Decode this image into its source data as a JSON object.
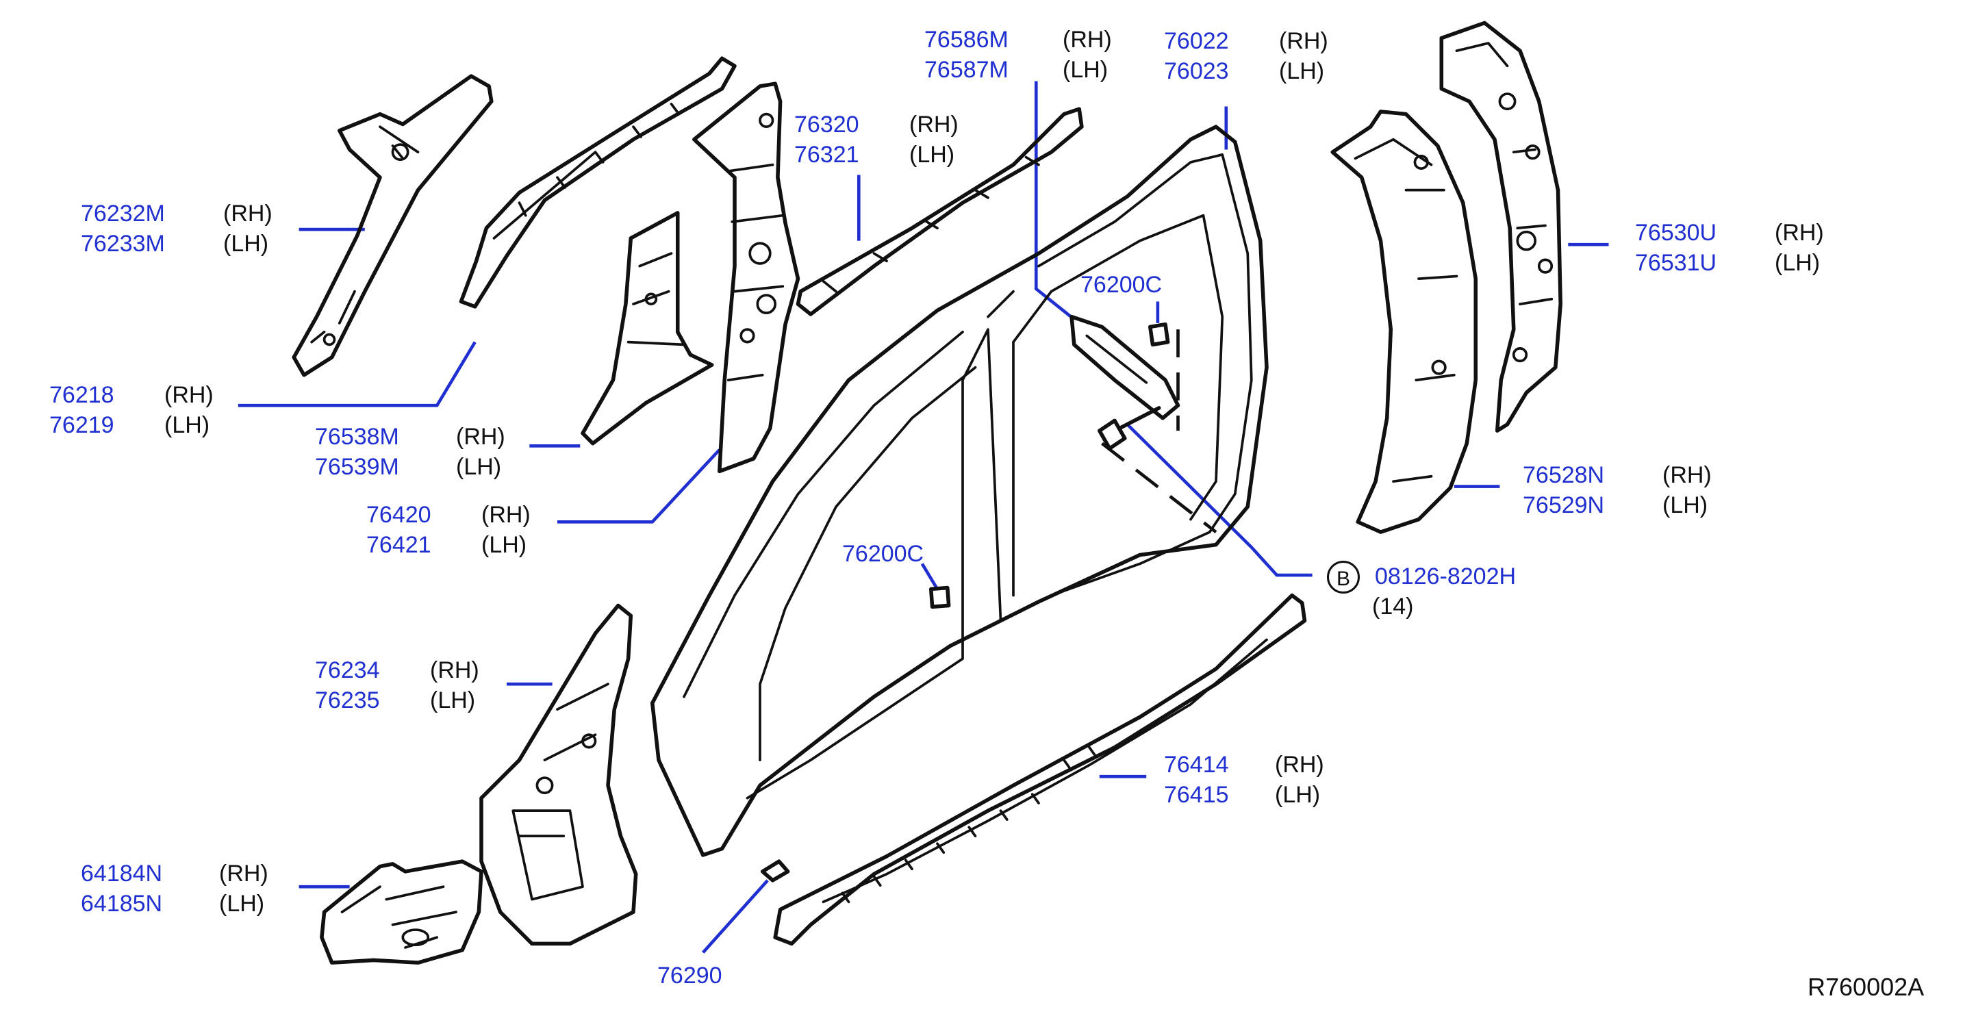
{
  "parts": [
    {
      "id": "p1",
      "num": "76232M",
      "num2": "76233M",
      "s1": "(RH)",
      "s2": "(LH)"
    },
    {
      "id": "p2",
      "num": "76218",
      "num2": "76219",
      "s1": "(RH)",
      "s2": "(LH)"
    },
    {
      "id": "p3",
      "num": "76538M",
      "num2": "76539M",
      "s1": "(RH)",
      "s2": "(LH)"
    },
    {
      "id": "p4",
      "num": "76420",
      "num2": "76421",
      "s1": "(RH)",
      "s2": "(LH)"
    },
    {
      "id": "p5",
      "num": "76320",
      "num2": "76321",
      "s1": "(RH)",
      "s2": "(LH)"
    },
    {
      "id": "p6",
      "num": "76586M",
      "num2": "76587M",
      "s1": "(RH)",
      "s2": "(LH)"
    },
    {
      "id": "p7",
      "num": "76022",
      "num2": "76023",
      "s1": "(RH)",
      "s2": "(LH)"
    },
    {
      "id": "p8",
      "num": "76530U",
      "num2": "76531U",
      "s1": "(RH)",
      "s2": "(LH)"
    },
    {
      "id": "p9",
      "num": "76528N",
      "num2": "76529N",
      "s1": "(RH)",
      "s2": "(LH)"
    },
    {
      "id": "p10",
      "num": "76234",
      "num2": "76235",
      "s1": "(RH)",
      "s2": "(LH)"
    },
    {
      "id": "p11",
      "num": "76414",
      "num2": "76415",
      "s1": "(RH)",
      "s2": "(LH)"
    },
    {
      "id": "p12",
      "num": "64184N",
      "num2": "64185N",
      "s1": "(RH)",
      "s2": "(LH)"
    }
  ],
  "singles": {
    "clip_upper": "76200C",
    "clip_lower": "76200C",
    "bracket": "76290"
  },
  "bolt": {
    "callout": "B",
    "num": "08126-8202H",
    "qty": "(14)"
  },
  "reference": "R760002A",
  "colors": {
    "part_number": "#1f2fd0",
    "text": "#111111",
    "line_art": "#111111"
  }
}
